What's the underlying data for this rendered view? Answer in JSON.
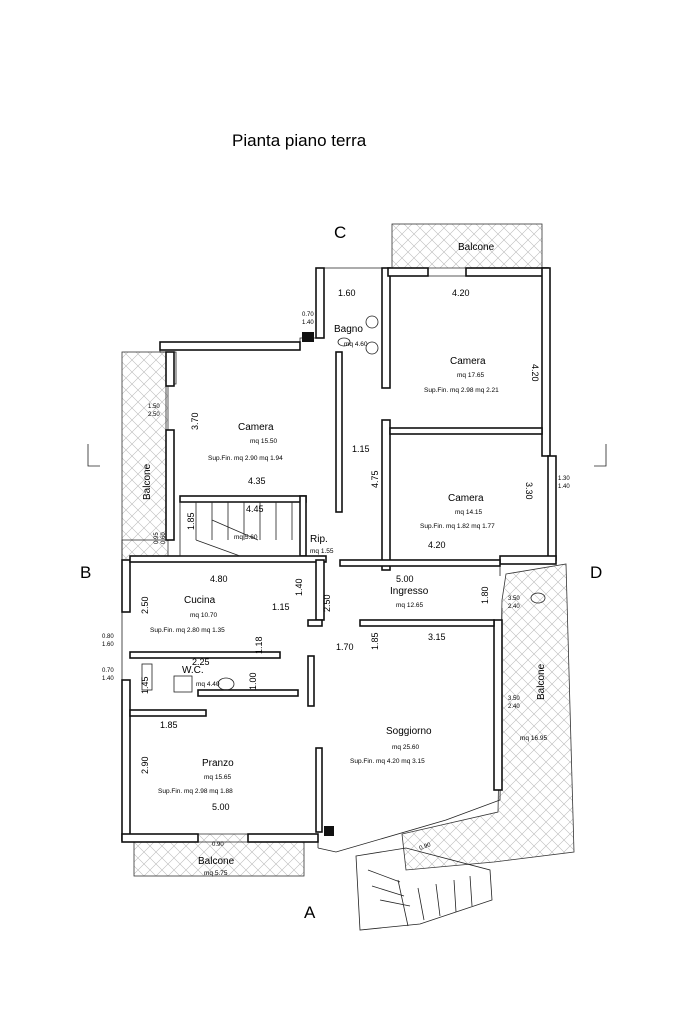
{
  "title": "Pianta piano terra",
  "section_markers": {
    "a": "A",
    "b": "B",
    "c": "C",
    "d": "D"
  },
  "rooms": {
    "balcone_top": {
      "name": "Balcone"
    },
    "bagno": {
      "name": "Bagno",
      "area": "mq 4.60"
    },
    "camera_1": {
      "name": "Camera",
      "area": "mq 17.65",
      "sup": "Sup.Fin. mq 2.98 mq 2.21"
    },
    "camera_2": {
      "name": "Camera",
      "area": "mq 15.50",
      "sup": "Sup.Fin. mq 2.90 mq 1.94"
    },
    "camera_3": {
      "name": "Camera",
      "area": "mq 14.15",
      "sup": "Sup.Fin. mq 1.82 mq 1.77"
    },
    "balcone_left": {
      "name": "Balcone"
    },
    "rip": {
      "name": "Rip.",
      "area": "mq 1.55"
    },
    "scala": {
      "area": "mq 5.60"
    },
    "cucina": {
      "name": "Cucina",
      "area": "mq 10.70",
      "sup": "Sup.Fin. mq 2.80 mq 1.35"
    },
    "ingresso": {
      "name": "Ingresso",
      "area": "mq 12.65"
    },
    "wc": {
      "name": "W.C.",
      "area": "mq 4.40"
    },
    "soggiorno": {
      "name": "Soggiorno",
      "area": "mq 25.60",
      "sup": "Sup.Fin. mq 4.20 mq 3.15"
    },
    "pranzo": {
      "name": "Pranzo",
      "area": "mq 15.65",
      "sup": "Sup.Fin. mq 2.98 mq 1.88"
    },
    "balcone_right": {
      "name": "Balcone",
      "area": "mq 16.95"
    },
    "balcone_bottom": {
      "name": "Balcone",
      "area": "mq 5.75"
    }
  },
  "dimensions": {
    "bagno_w": "1.60",
    "camera1_w": "4.20",
    "camera1_h": "4.20",
    "camera2_h": "3.70",
    "camera2_w": "4.35",
    "corridor_w": "1.15",
    "corridor_h": "4.75",
    "camera3_h": "3.30",
    "camera3_w": "4.20",
    "stair_w": "4.45",
    "stair_h": "1.85",
    "cucina_w": "4.80",
    "cucina_h": "2.50",
    "ingresso_w": "5.00",
    "ingresso_h": "2.50",
    "ingresso_r": "1.80",
    "d_140": "1.40",
    "d_115": "1.15",
    "d_118": "1.18",
    "wc_h": "1.00",
    "wc_w": "2.25",
    "d_145": "1.45",
    "d_185a": "1.85",
    "d_170": "1.70",
    "soggiorno_w": "3.15",
    "pranzo_h": "2.90",
    "pranzo_top": "1.85",
    "pranzo_w": "5.00"
  },
  "openings": {
    "w1a": "0.70",
    "w1b": "1.40",
    "w2a": "1.50",
    "w2b": "2.50",
    "w3a": "1.30",
    "w3b": "1.40",
    "w4a": "0.95",
    "w4b": "0.60",
    "w5a": "3.50",
    "w5b": "2.40",
    "w6a": "0.80",
    "w6b": "1.60",
    "w7a": "0.70",
    "w7b": "1.40",
    "w8a": "3.50",
    "w8b": "2.40",
    "w9": "0.90",
    "w10": "0.90"
  }
}
